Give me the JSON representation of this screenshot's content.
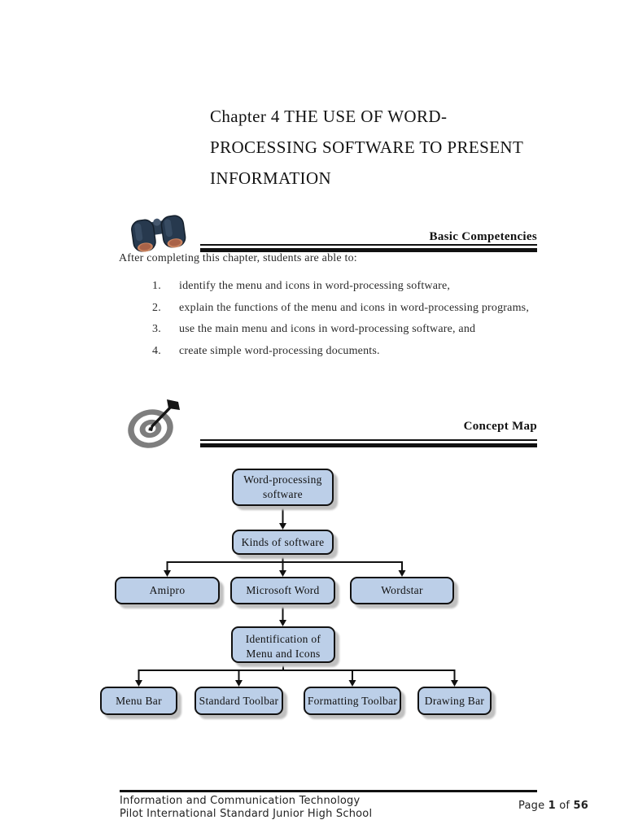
{
  "document": {
    "title_lines": [
      "Chapter 4 THE USE OF WORD-",
      "PROCESSING SOFTWARE TO PRESENT",
      "INFORMATION"
    ]
  },
  "basic_competencies": {
    "heading": "Basic Competencies",
    "intro": "After completing this chapter, students are able to:",
    "objectives": [
      {
        "number": "1.",
        "text": "identify the menu and icons in word-processing software,"
      },
      {
        "number": "2.",
        "text": "explain the functions of the menu and icons in word-processing programs,"
      },
      {
        "number": "3.",
        "text": "use the main menu and icons in word-processing software, and"
      },
      {
        "number": "4.",
        "text": "create simple word-processing documents."
      }
    ]
  },
  "concept_map": {
    "heading": "Concept Map",
    "nodes": {
      "root": "Word-processing software",
      "kinds": "Kinds of software",
      "amipro": "Amipro",
      "msword": "Microsoft Word",
      "wordstar": "Wordstar",
      "identification": "Identification of Menu and Icons",
      "menu_bar": "Menu Bar",
      "standard_toolbar": "Standard Toolbar",
      "formatting_toolbar": "Formatting Toolbar",
      "drawing_bar": "Drawing Bar"
    },
    "edges": [
      "Word-processing software -> Kinds of software",
      "Kinds of software -> Amipro",
      "Kinds of software -> Microsoft Word",
      "Kinds of software -> Wordstar",
      "Microsoft Word -> Identification of Menu and Icons",
      "Identification of Menu and Icons -> Menu Bar",
      "Identification of Menu and Icons -> Standard Toolbar",
      "Identification of Menu and Icons -> Formatting Toolbar",
      "Identification of Menu and Icons -> Drawing Bar"
    ]
  },
  "footer": {
    "org_line1": "Information and Communication Technology",
    "org_line2": "Pilot International Standard Junior High School",
    "page_word": "Page",
    "page_current": "1",
    "of_word": "of",
    "page_total": "56"
  },
  "colors": {
    "node_fill": "#bccfe8",
    "node_border": "#121212",
    "node_shadow": "#c0c0c0",
    "rule": "#111111",
    "lens_tint": "#c8825f"
  }
}
